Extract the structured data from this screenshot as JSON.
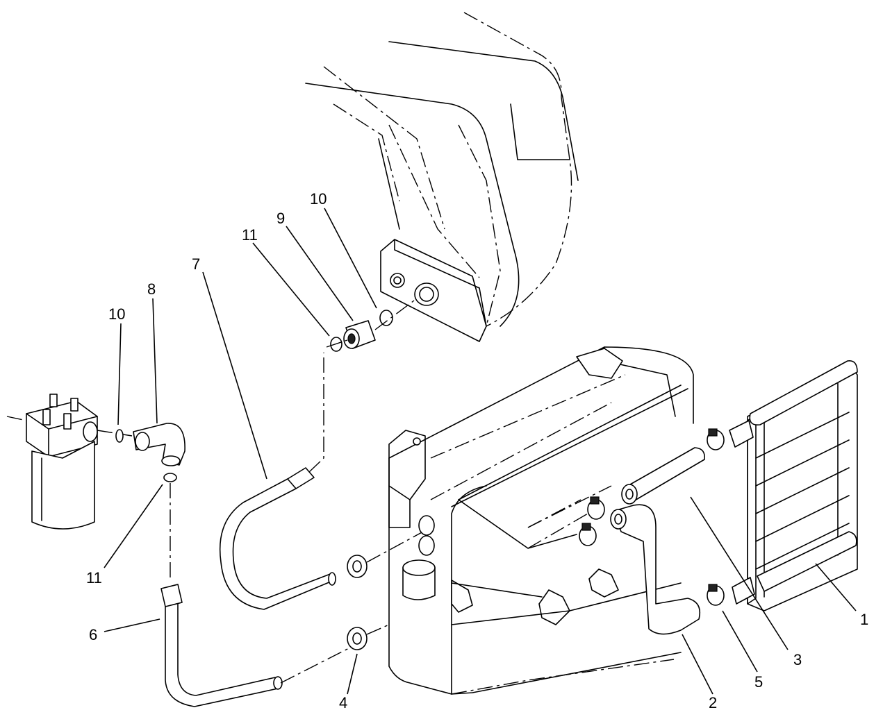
{
  "callouts": [
    {
      "label": "1"
    },
    {
      "label": "2"
    },
    {
      "label": "3"
    },
    {
      "label": "4"
    },
    {
      "label": "5"
    },
    {
      "label": "6"
    },
    {
      "label": "7"
    },
    {
      "label": "8"
    },
    {
      "label": "9"
    },
    {
      "label": "10"
    },
    {
      "label": "10"
    },
    {
      "label": "11"
    },
    {
      "label": "11"
    }
  ]
}
